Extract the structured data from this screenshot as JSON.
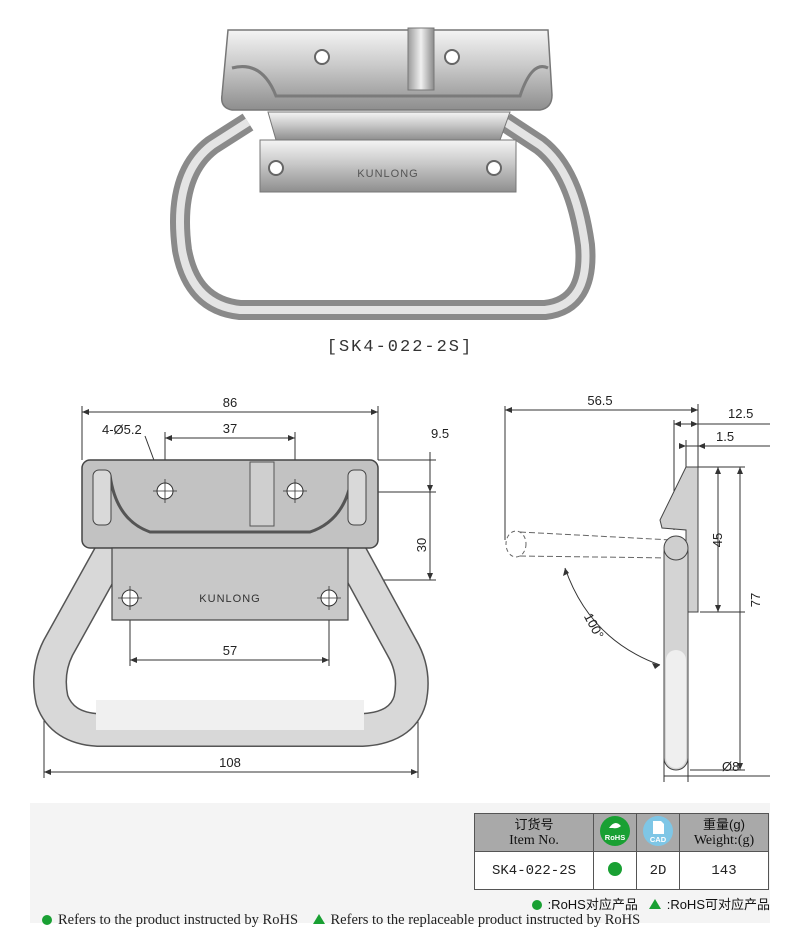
{
  "product_model": "[SK4-022-2S]",
  "brand": "KUNLONG",
  "front_view": {
    "width_top": "86",
    "hole_spec": "4-Ø5.2",
    "hole_spacing_top": "37",
    "edge_offset": "9.5",
    "height_plate": "30",
    "hole_spacing_bottom": "57",
    "width_overall": "108"
  },
  "side_view": {
    "projection": "56.5",
    "plate_depth": "12.5",
    "thickness": "1.5",
    "height_plate": "45",
    "height_overall": "77",
    "angle": "100°",
    "bar_diameter": "Ø8"
  },
  "table": {
    "item_no_cn": "订货号",
    "item_no_en": "Item No.",
    "rohs_badge": "RoHS",
    "cad_badge": "CAD",
    "weight_cn": "重量(g)",
    "weight_en": "Weight:(g)",
    "item_value": "SK4-022-2S",
    "cad_value": "2D",
    "weight_value": "143"
  },
  "legend": {
    "rohs_cn": ":RoHS对应产品",
    "replaceable_cn": ":RoHS可对应产品",
    "rohs_en": "Refers to the product instructed by RoHS",
    "replaceable_en": "Refers to the replaceable product instructed by RoHS"
  },
  "colors": {
    "rohs_green": "#19a033",
    "cad_blue": "#7ec6e6",
    "header_grey": "#a9a9a9"
  }
}
